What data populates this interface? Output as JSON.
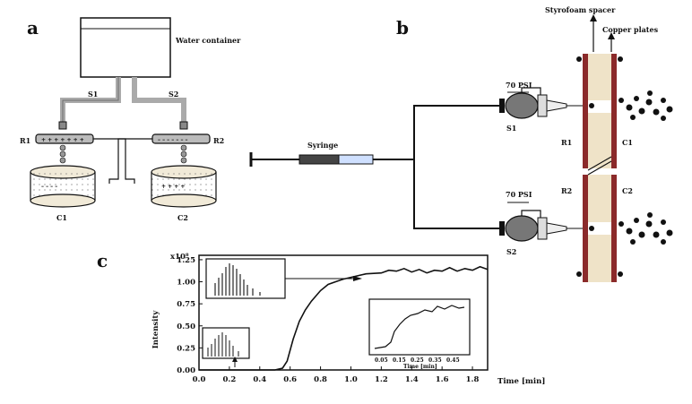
{
  "panels": {
    "a": "a",
    "b": "b",
    "c": "c"
  },
  "panel_a": {
    "water_container": "Water container",
    "s1": "S1",
    "s2": "S2",
    "r1": "R1",
    "r2": "R2",
    "c1": "C1",
    "c2": "C2"
  },
  "panel_b": {
    "styrofoam": "Styrofoam spacer",
    "copper": "Copper plates",
    "syringe": "Syringe",
    "psi_top": "70 PSI",
    "psi_bottom": "70 PSI",
    "s1": "S1",
    "s2": "S2",
    "r1": "R1",
    "r2": "R2",
    "c1": "C1",
    "c2": "C2"
  },
  "chart_data": {
    "type": "line",
    "xlabel": "Time [min]",
    "ylabel": "Intensity",
    "y_multiplier": "x10⁸",
    "xlim": [
      0,
      1.9
    ],
    "ylim": [
      0,
      1.3
    ],
    "xticks": [
      "0.0",
      "0.2",
      "0.4",
      "0.6",
      "0.8",
      "1.0",
      "1.2",
      "1.4",
      "1.6",
      "1.8"
    ],
    "yticks": [
      "0.00",
      "0.25",
      "0.50",
      "0.75",
      "1.00",
      "1.25"
    ],
    "x": [
      0.0,
      0.1,
      0.2,
      0.3,
      0.4,
      0.5,
      0.55,
      0.58,
      0.62,
      0.66,
      0.7,
      0.74,
      0.8,
      0.85,
      0.9,
      0.95,
      1.0,
      1.05,
      1.1,
      1.2,
      1.25,
      1.3,
      1.35,
      1.4,
      1.45,
      1.5,
      1.55,
      1.6,
      1.65,
      1.7,
      1.75,
      1.8,
      1.85,
      1.9
    ],
    "y": [
      0.0,
      0.0,
      0.0,
      0.0,
      0.0,
      0.0,
      0.02,
      0.1,
      0.35,
      0.55,
      0.68,
      0.78,
      0.9,
      0.97,
      1.0,
      1.03,
      1.05,
      1.07,
      1.09,
      1.1,
      1.13,
      1.12,
      1.15,
      1.11,
      1.14,
      1.1,
      1.13,
      1.12,
      1.16,
      1.12,
      1.15,
      1.13,
      1.17,
      1.14
    ],
    "inset_time": {
      "xlabel": "Time [min]",
      "xticks": [
        "0.05",
        "0.15",
        "0.25",
        "0.35",
        "0.45"
      ]
    }
  }
}
